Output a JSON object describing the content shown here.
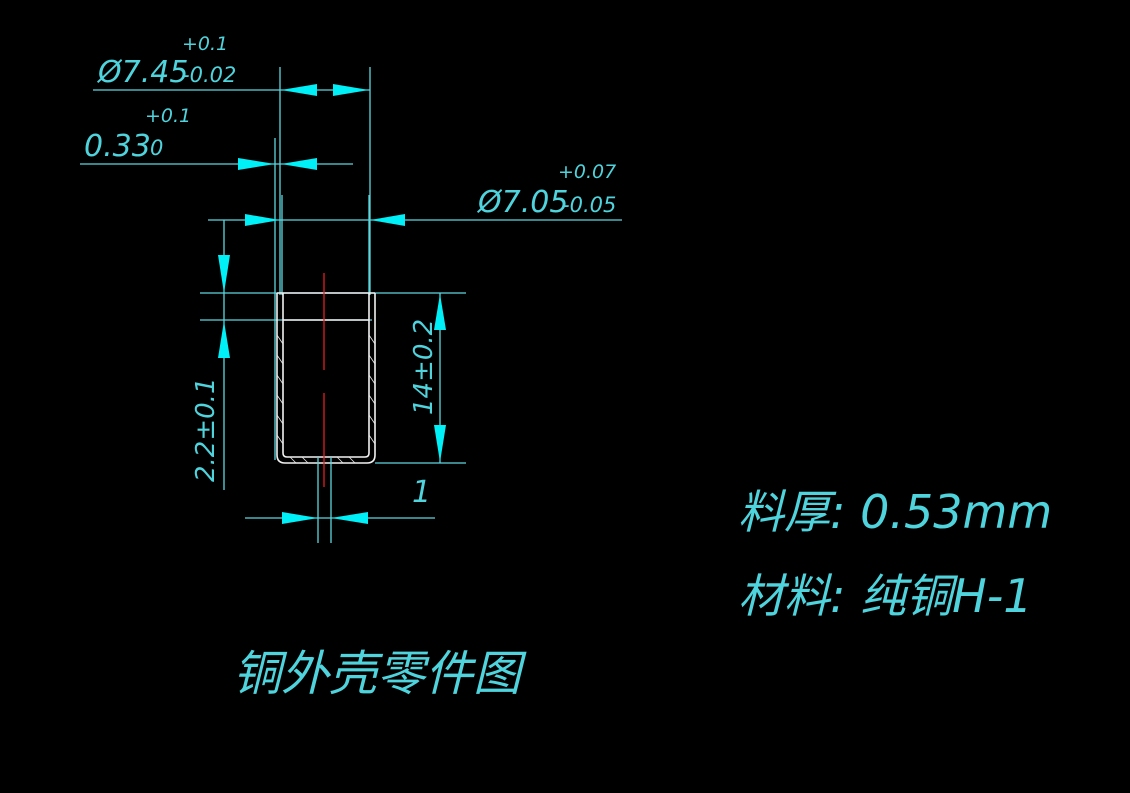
{
  "drawing": {
    "title": "铜外壳零件图",
    "thickness_note": "料厚: 0.53mm",
    "material_note": "材料: 纯铜H-1",
    "dimensions": {
      "outer_diameter": {
        "base": "Ø7.45",
        "upper": "+0.1",
        "lower": "-0.02"
      },
      "wall": {
        "base": "0.33",
        "upper": "+0.1",
        "lower": "0"
      },
      "inner_diameter": {
        "base": "Ø7.05",
        "upper": "+0.07",
        "lower": "-0.05"
      },
      "flange_height": "2.2±0.1",
      "height": "14±0.2",
      "bottom_hole": "1"
    },
    "colors": {
      "dimension": "#4fd3dc",
      "arrow": "#00f0f8",
      "part_outline": "#f2f2f2",
      "center_line": "#e02020",
      "background": "#000000"
    }
  }
}
